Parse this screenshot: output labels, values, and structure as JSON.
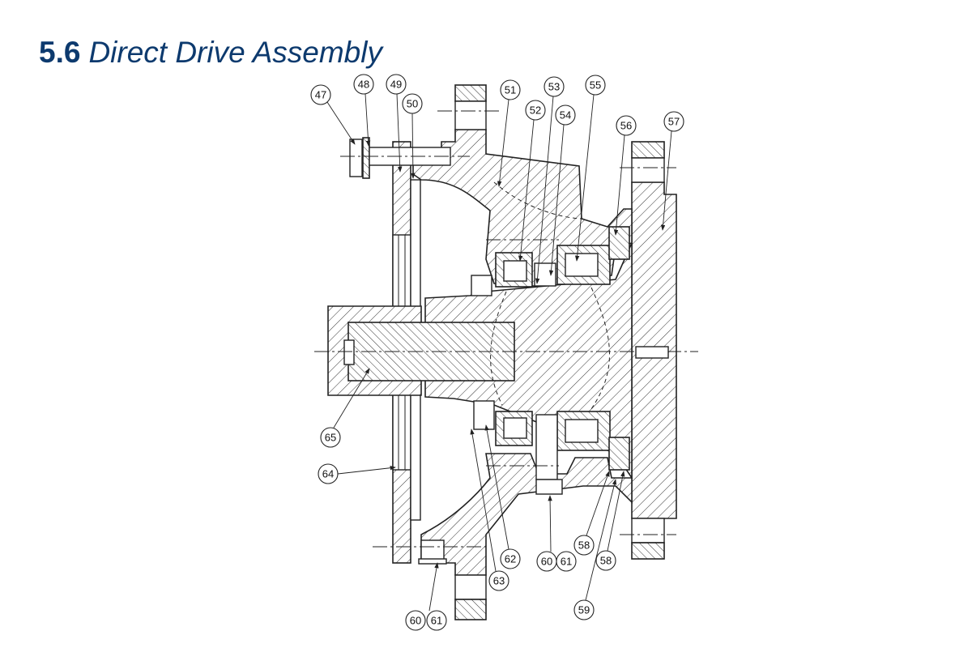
{
  "title": {
    "number": "5.6",
    "text": "Direct Drive Assembly"
  },
  "title_color": "#0d3a6e",
  "callouts": [
    "47",
    "48",
    "49",
    "50",
    "51",
    "52",
    "53",
    "54",
    "55",
    "56",
    "57",
    "58",
    "58",
    "59",
    "60",
    "61",
    "62",
    "63",
    "60",
    "61",
    "64",
    "65"
  ]
}
